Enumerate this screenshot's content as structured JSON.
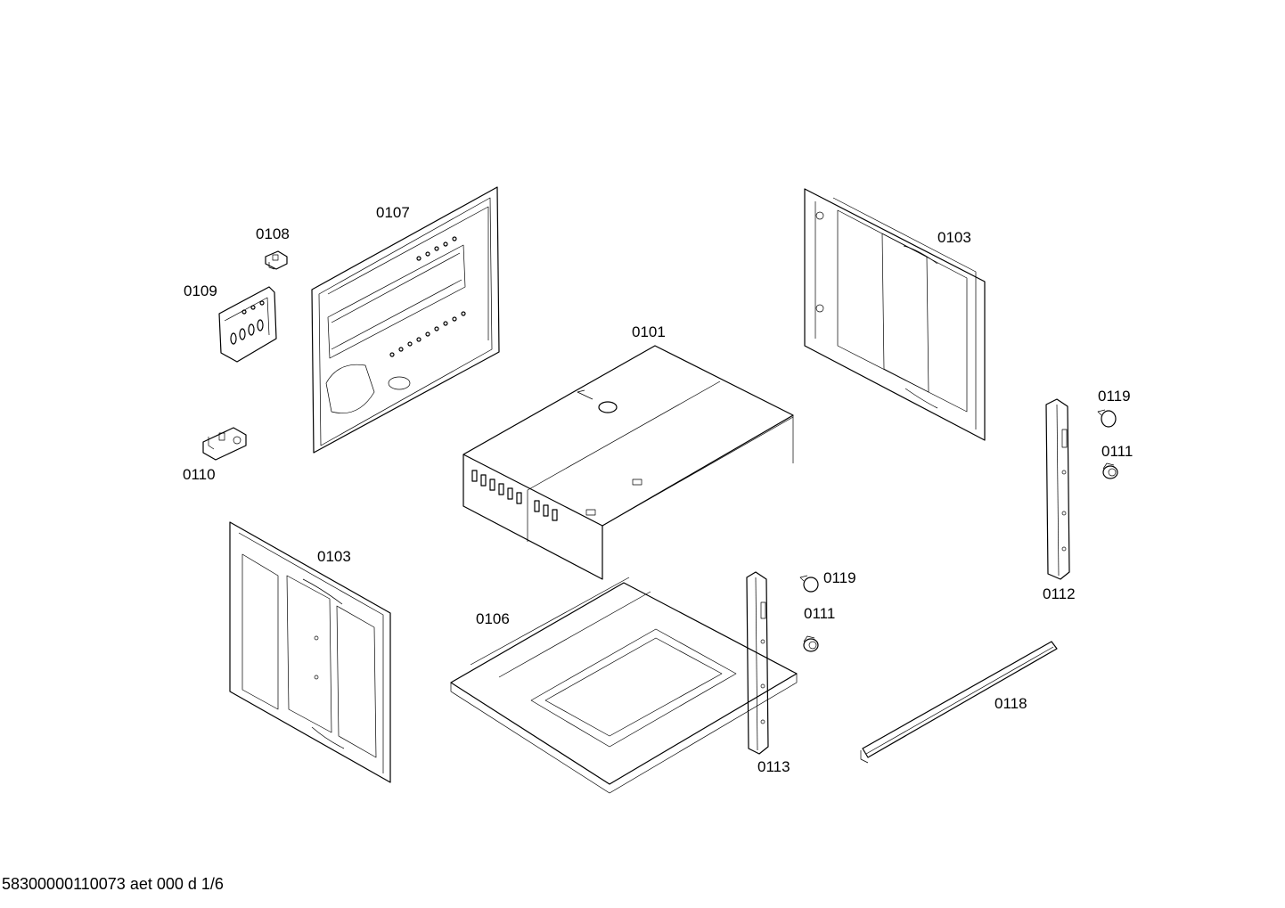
{
  "labels": {
    "p0101": "0101",
    "p0103_top": "0103",
    "p0103_bottom": "0103",
    "p0106": "0106",
    "p0107": "0107",
    "p0108": "0108",
    "p0109": "0109",
    "p0110": "0110",
    "p0111_right": "0111",
    "p0111_mid": "0111",
    "p0112": "0112",
    "p0113": "0113",
    "p0118": "0118",
    "p0119_right": "0119",
    "p0119_mid": "0119"
  },
  "footer": {
    "code": "58300000110073 aet 000 d 1/6"
  }
}
